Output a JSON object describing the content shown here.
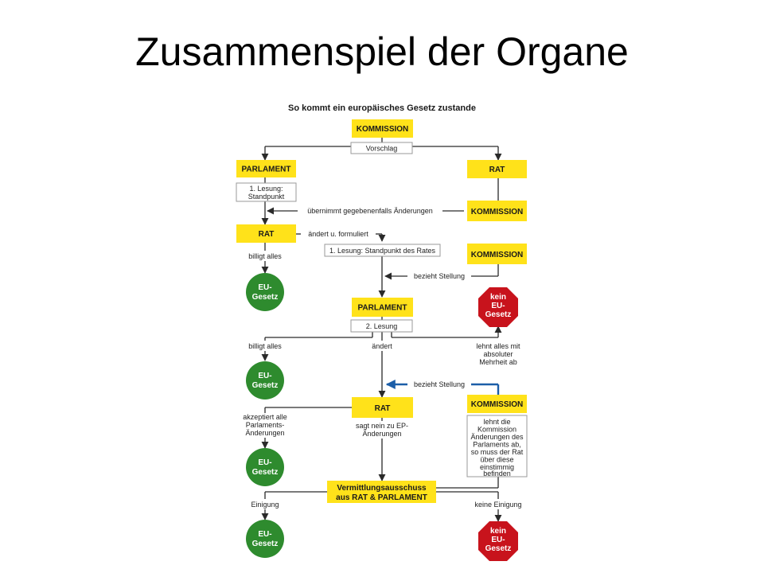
{
  "slide": {
    "title": "Zusammenspiel der Organe"
  },
  "diagram": {
    "title": "So kommt ein europäisches Gesetz zustande",
    "kommission_top": "KOMMISSION",
    "vorschlag": "Vorschlag",
    "parlament_1": "PARLAMENT",
    "rat_top": "RAT",
    "lesung1_line1": "1. Lesung:",
    "lesung1_line2": "Standpunkt",
    "uebernimmt": "übernimmt gegebenenfalls Änderungen",
    "kommission_2": "KOMMISSION",
    "rat_2": "RAT",
    "aendert_formuliert": "ändert u. formuliert",
    "billigt_alles_1": "billigt alles",
    "lesung1_rat": "1. Lesung: Standpunkt des Rates",
    "kommission_3": "KOMMISSION",
    "bezieht_stellung_1": "bezieht Stellung",
    "eu_gesetz_line1": "EU-",
    "eu_gesetz_line2": "Gesetz",
    "parlament_2": "PARLAMENT",
    "lesung2": "2. Lesung",
    "kein_line1": "kein",
    "kein_line2": "EU-",
    "kein_line3": "Gesetz",
    "billigt_alles_2": "billigt alles",
    "aendert": "ändert",
    "lehnt_line1": "lehnt alles mit",
    "lehnt_line2": "absoluter",
    "lehnt_line3": "Mehrheit ab",
    "bezieht_stellung_2": "bezieht Stellung",
    "kommission_4": "KOMMISSION",
    "rat_3": "RAT",
    "akzeptiert_line1": "akzeptiert alle",
    "akzeptiert_line2": "Parlaments-",
    "akzeptiert_line3": "Änderungen",
    "sagt_nein_line1": "sagt nein zu EP-",
    "sagt_nein_line2": "Änderungen",
    "komm_note": [
      "lehnt die",
      "Kommission",
      "Änderungen des",
      "Parlaments ab,",
      "so muss der Rat",
      "über diese",
      "einstimmig",
      "befinden"
    ],
    "vermittlung_line1": "Vermittlungsausschuss",
    "vermittlung_line2": "aus RAT & PARLAMENT",
    "einigung": "Einigung",
    "keine_einigung": "keine Einigung"
  },
  "colors": {
    "yellow": "#ffe21a",
    "green": "#2e8b2e",
    "red": "#c8131c",
    "blue_arrow": "#1c5ea8"
  }
}
